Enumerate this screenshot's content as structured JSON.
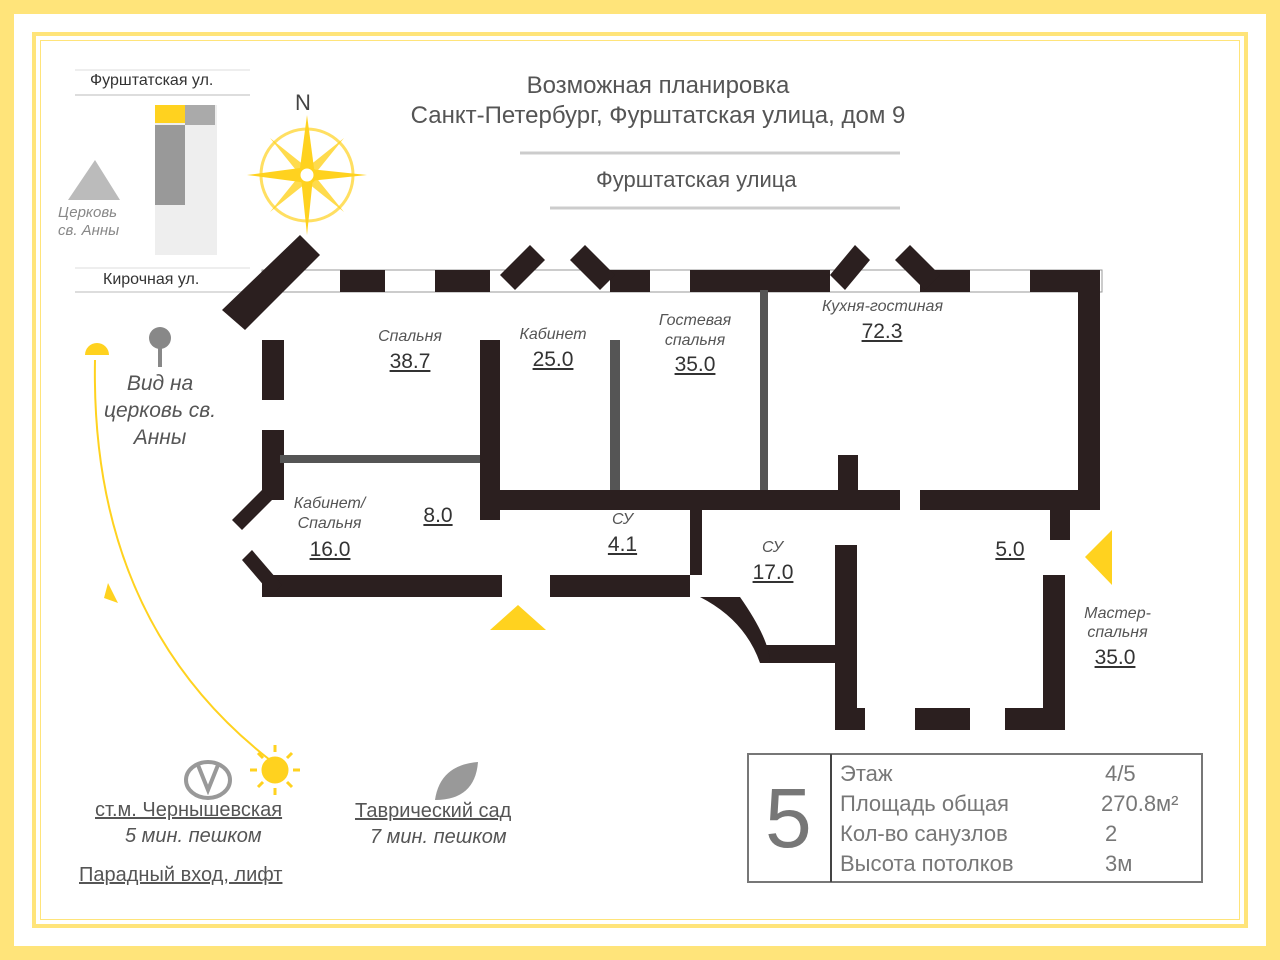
{
  "header": {
    "title": "Возможная планировка",
    "address": "Санкт-Петербург, Фурштатская улица, дом 9",
    "street_banner": "Фурштатская улица"
  },
  "minimap": {
    "street_top": "Фурштатская ул.",
    "street_bottom": "Кирочная ул.",
    "church": "Церковь св. Анны",
    "north": "N"
  },
  "view_note": "Вид на церковь св. Анны",
  "rooms": [
    {
      "name": "Спальня",
      "area": "38.7"
    },
    {
      "name": "Кабинет",
      "area": "25.0"
    },
    {
      "name": "Гостевая спальня",
      "area": "35.0"
    },
    {
      "name": "Кухня-гостиная",
      "area": "72.3"
    },
    {
      "name": "Кабинет/ Спальня",
      "area": "16.0"
    },
    {
      "name": "",
      "area": "8.0"
    },
    {
      "name": "СУ",
      "area": "4.1"
    },
    {
      "name": "СУ",
      "area": "17.0"
    },
    {
      "name": "",
      "area": "5.0"
    },
    {
      "name": "Мастер-спальня",
      "area": "35.0"
    }
  ],
  "nearby": {
    "metro": "ст.м. Чернышевская",
    "metro_time": "5 мин. пешком",
    "garden": "Таврический сад",
    "garden_time": "7 мин. пешком",
    "entrance": "Парадный вход, лифт"
  },
  "info": {
    "number": "5",
    "rows": [
      {
        "label": "Этаж",
        "value": "4/5"
      },
      {
        "label": "Площадь общая",
        "value": "270.8м²"
      },
      {
        "label": "Кол-во санузлов",
        "value": "2"
      },
      {
        "label": "Высота потолков",
        "value": "3м"
      }
    ]
  },
  "colors": {
    "accent": "#FFD21F",
    "frame": "#FFE47A",
    "wall": "#2B1F1F"
  }
}
